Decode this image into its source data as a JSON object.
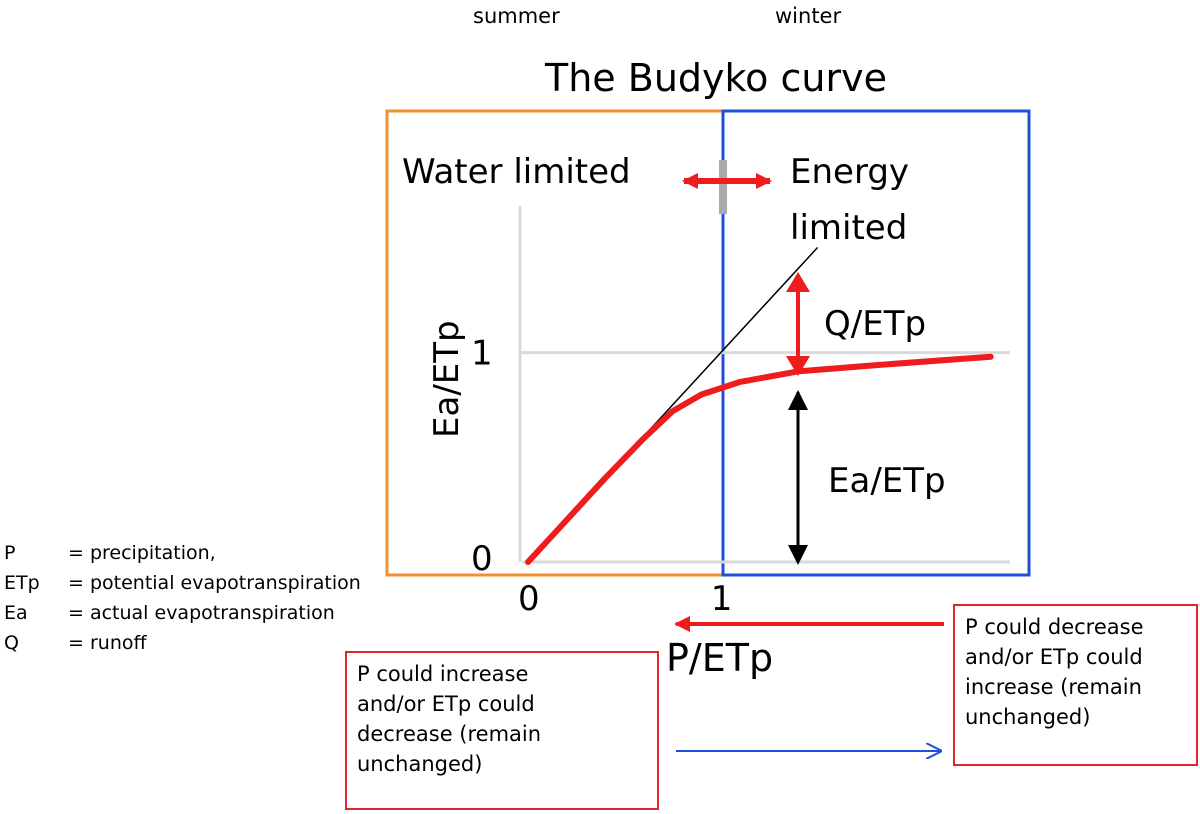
{
  "header": {
    "season_left": "summer",
    "season_right": "winter",
    "title": "The Budyko curve"
  },
  "regions": {
    "water": {
      "label": "Water limited",
      "color": "#f0902e"
    },
    "energy": {
      "label_line1": "Energy",
      "label_line2": "limited",
      "color": "#1f4fd8"
    }
  },
  "chart_data": {
    "type": "line",
    "title": "The Budyko curve",
    "xlabel": "P/ETp",
    "ylabel": "Ea/ETp",
    "x_ticks": [
      "0",
      "1"
    ],
    "y_ticks": [
      "0",
      "1"
    ],
    "xlim": [
      0,
      2.5
    ],
    "ylim": [
      0,
      1.7
    ],
    "grid": true,
    "series": [
      {
        "color": "#000000",
        "points": [
          [
            0,
            0
          ],
          [
            1.5,
            1.5
          ]
        ]
      },
      {
        "color": "#ee1c1c",
        "points": [
          [
            0,
            0
          ],
          [
            0.2,
            0.2
          ],
          [
            0.4,
            0.4
          ],
          [
            0.6,
            0.59
          ],
          [
            0.75,
            0.72
          ],
          [
            0.9,
            0.8
          ],
          [
            1.1,
            0.86
          ],
          [
            1.4,
            0.91
          ],
          [
            1.8,
            0.94
          ],
          [
            2.4,
            0.98
          ]
        ]
      }
    ],
    "annotations": [
      {
        "text": "Q/ETp",
        "color": "#e0262b"
      },
      {
        "text": "Ea/ETp",
        "color": "#000000"
      }
    ]
  },
  "legend": [
    {
      "symbol": "P",
      "definition": "= precipitation,"
    },
    {
      "symbol": "ETp",
      "definition": "= potential evapotranspiration"
    },
    {
      "symbol": "Ea",
      "definition": "= actual evapotranspiration"
    },
    {
      "symbol": "Q",
      "definition": "= runoff"
    }
  ],
  "notes": {
    "left": "P could increase\nand/or ETp could\ndecrease (remain\nunchanged)",
    "right": "P could decrease\nand/or ETp could\nincrease (remain\nunchanged)",
    "border_color": "#e0262b"
  },
  "colors": {
    "red_arrow": "#ee1c1c",
    "blue_arrow": "#1f4fd8",
    "grid": "#d9d9d9"
  }
}
